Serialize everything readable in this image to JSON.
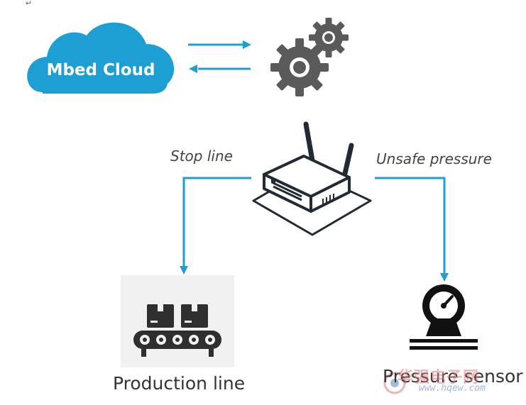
{
  "cloud": {
    "label": "Mbed Cloud"
  },
  "edges": {
    "left_label": "Stop line",
    "right_label": "Unsafe pressure"
  },
  "nodes": {
    "production_line": "Production line",
    "pressure_sensor": "Pressure sensor"
  },
  "watermark": {
    "text": "华强电子网",
    "url": "www.hqew.com"
  },
  "colors": {
    "accent": "#1e9fd4",
    "icon_dark": "#222a35",
    "gear": "#5a5a5a"
  }
}
